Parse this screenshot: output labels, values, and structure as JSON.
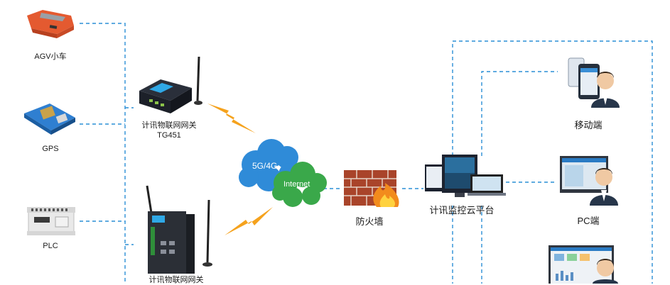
{
  "devices": [
    {
      "label": "AGV小车",
      "icon": "agv-cart-icon"
    },
    {
      "label": "GPS",
      "icon": "gps-module-icon"
    },
    {
      "label": "PLC",
      "icon": "plc-icon"
    }
  ],
  "gateway_top": {
    "line1": "计讯物联网网关",
    "line2": "TG451",
    "icon": "gateway-router-icon"
  },
  "gateway_bottom": {
    "line1": "计讯物联网网关",
    "icon": "industrial-gateway-icon"
  },
  "cloud": {
    "blue_label": "5G/4G",
    "green_label": "Internet",
    "icon": "cloud-icon"
  },
  "firewall": {
    "label": "防火墙",
    "icon": "firewall-icon"
  },
  "platform": {
    "label": "计讯监控云平台",
    "icon": "monitor-platform-icon"
  },
  "clients": [
    {
      "label": "移动端",
      "icon": "mobile-client-icon"
    },
    {
      "label": "PC端",
      "icon": "pc-client-icon"
    },
    {
      "label": "",
      "icon": "dashboard-client-icon"
    }
  ],
  "colors": {
    "dash": "#2a8fd6",
    "cloud_blue": "#2f8bd8",
    "cloud_green": "#3aa84a",
    "bolt": "#f5a21d",
    "brick": "#a9442a"
  }
}
